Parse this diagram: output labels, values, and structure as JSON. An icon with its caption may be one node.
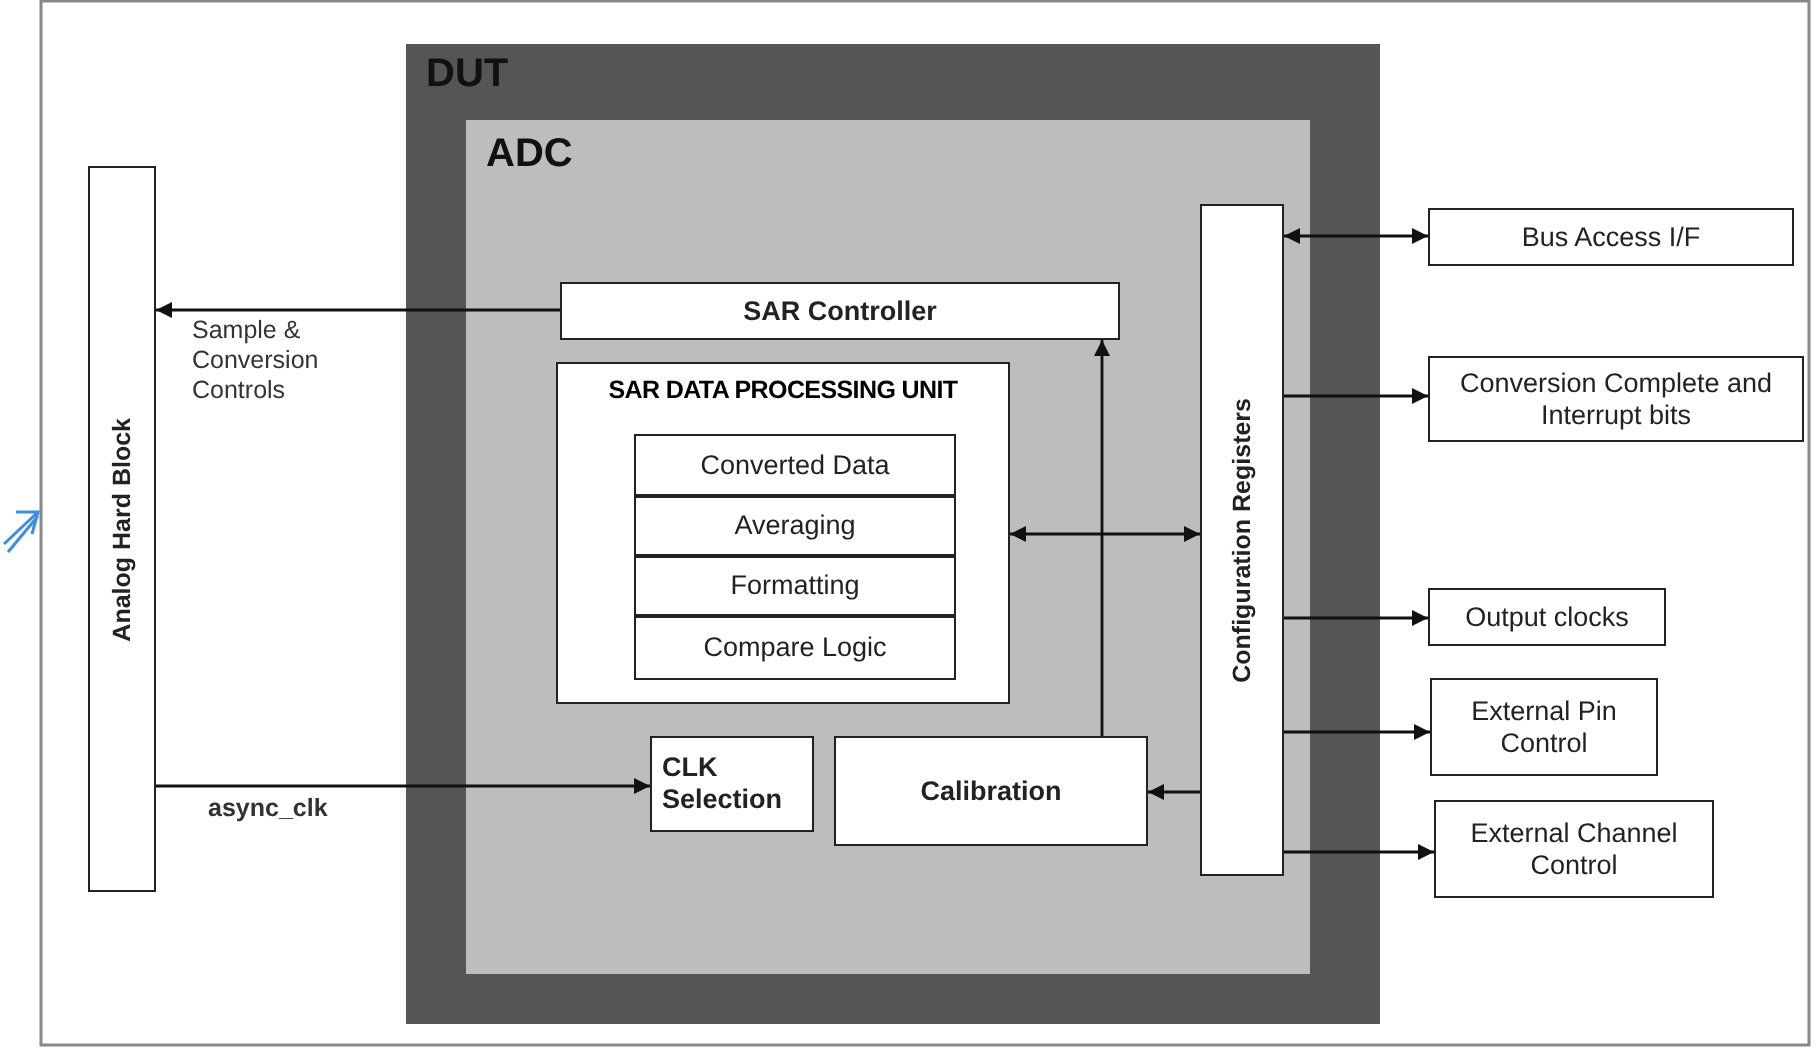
{
  "diagram": {
    "nodes": [
      {
        "text": [
          "DUT"
        ]
      },
      {
        "text": [
          "ADC"
        ],
        "in": 0
      },
      {
        "text": [
          "SAR Controller"
        ],
        "in": 1
      },
      {
        "text": [
          "SAR DATA PROCESSING UNIT"
        ],
        "in": 1
      },
      {
        "text": [
          "Converted Data"
        ],
        "in": 3
      },
      {
        "text": [
          "Averaging"
        ],
        "in": 3
      },
      {
        "text": [
          "Formatting"
        ],
        "in": 3
      },
      {
        "text": [
          "Compare Logic"
        ],
        "in": 3
      },
      {
        "text": [
          "CLK Selection"
        ],
        "in": 1
      },
      {
        "text": [
          "Calibration"
        ],
        "in": 1
      },
      {
        "text": [
          "Configuration Registers"
        ],
        "in": 1
      },
      {
        "text": [
          "Analog Hard Block"
        ]
      },
      {
        "text": [
          "Bus Access I/F"
        ]
      },
      {
        "text": [
          "Conversion Complete and Interrupt bits"
        ]
      },
      {
        "text": [
          "Output clocks"
        ]
      },
      {
        "text": [
          "External Pin Control"
        ]
      },
      {
        "text": [
          "External Channel Control"
        ]
      }
    ],
    "edges": [
      {
        "from": 2,
        "to": 11,
        "arrow": "to",
        "label": "Sample & Conversion Controls"
      },
      {
        "from": 11,
        "to": 8,
        "arrow": "to",
        "label": "async_clk"
      },
      {
        "from": 9,
        "to": 2,
        "arrow": "to"
      },
      {
        "from": 3,
        "to": 10,
        "arrow": "both"
      },
      {
        "from": 10,
        "to": 9,
        "arrow": "to"
      },
      {
        "from": 10,
        "to": 12,
        "arrow": "both"
      },
      {
        "from": 10,
        "to": 13,
        "arrow": "to"
      },
      {
        "from": 10,
        "to": 14,
        "arrow": "to"
      },
      {
        "from": 10,
        "to": 15,
        "arrow": "to"
      },
      {
        "from": 10,
        "to": 16,
        "arrow": "to"
      }
    ]
  }
}
